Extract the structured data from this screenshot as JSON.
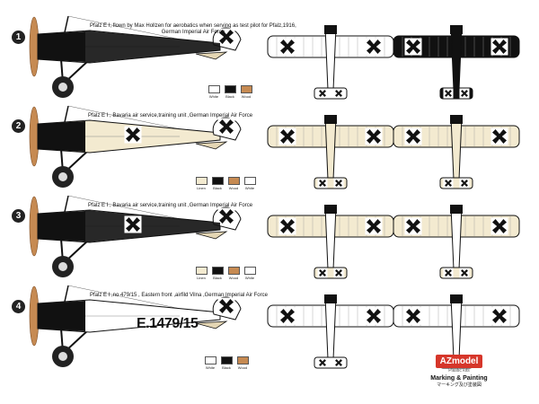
{
  "profiles": [
    {
      "number": "1",
      "caption_line1": "Pfalz E I, flown by Max Hollzen for aerobatics when serving as test pilot for Pfalz,1916,",
      "caption_line2": "German Imperial Air Force",
      "colors": [
        {
          "label": "White",
          "hex": "#ffffff"
        },
        {
          "label": "Black",
          "hex": "#111111"
        },
        {
          "label": "Wood",
          "hex": "#c68a52"
        }
      ]
    },
    {
      "number": "2",
      "caption_line1": "Pfalz E I , Bavaria air service,training unit ,German Imperial Air Force",
      "caption_line2": "",
      "colors": [
        {
          "label": "Linen",
          "hex": "#f3ead0"
        },
        {
          "label": "Black",
          "hex": "#111111"
        },
        {
          "label": "Wood",
          "hex": "#c68a52"
        },
        {
          "label": "White",
          "hex": "#ffffff"
        }
      ]
    },
    {
      "number": "3",
      "caption_line1": "Pfalz E I , Bavaria air service,training unit ,German Imperial Air Force",
      "caption_line2": "",
      "colors": [
        {
          "label": "Linen",
          "hex": "#f3ead0"
        },
        {
          "label": "Black",
          "hex": "#111111"
        },
        {
          "label": "Wood",
          "hex": "#c68a52"
        },
        {
          "label": "White",
          "hex": "#ffffff"
        }
      ]
    },
    {
      "number": "4",
      "caption_line1": "Pfalz E I ,no 479/15 , Eastern front ,airfild Vilna ,German Imperial Air Force",
      "caption_line2": "",
      "colors": [
        {
          "label": "White",
          "hex": "#ffffff"
        },
        {
          "label": "Black",
          "hex": "#111111"
        },
        {
          "label": "Wood",
          "hex": "#c68a52"
        }
      ]
    }
  ],
  "registration": "E.1479/15",
  "brand": {
    "logo": "AZmodel",
    "tagline": "Plastic kits",
    "title": "Marking & Painting",
    "title_jp": "マーキング及び塗装図"
  },
  "colors": {
    "linen": "#f3ead0",
    "black": "#111111",
    "wood": "#c68a52",
    "white": "#ffffff"
  }
}
